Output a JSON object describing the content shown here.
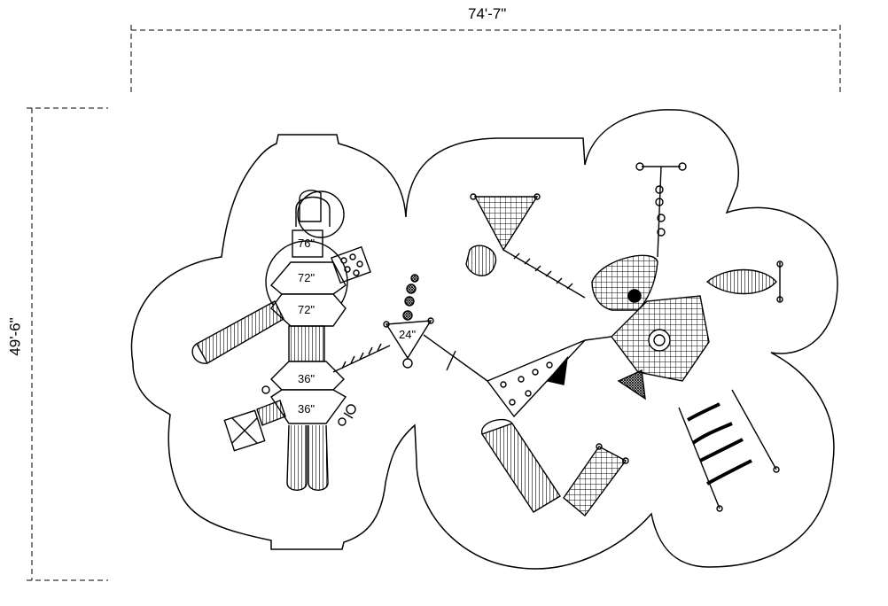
{
  "dimensions": {
    "width": "74'-7\"",
    "height": "49'-6\""
  },
  "deck_heights": {
    "tower_top": "76\"",
    "upper_deck_1": "72\"",
    "upper_deck_2": "72\"",
    "lower_deck_1": "36\"",
    "lower_deck_2": "36\"",
    "small_platform": "24\""
  },
  "colors": {
    "line": "#000000",
    "background": "#ffffff"
  }
}
